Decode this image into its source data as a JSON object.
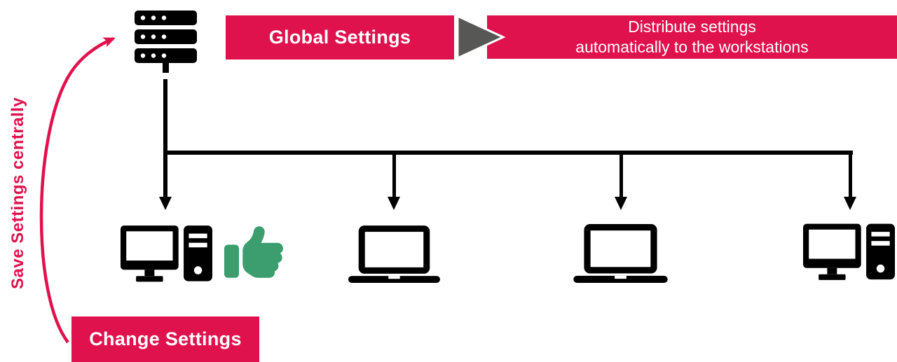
{
  "colors": {
    "accent_red": "#E0124D",
    "flow_arrow_gray": "#575756",
    "thumb_green": "#3C9D6E",
    "line_black": "#000000",
    "text_white": "#FFFFFF"
  },
  "banners": {
    "global": {
      "label": "Global Settings"
    },
    "distribute": {
      "line1": "Distribute settings",
      "line2": "automatically to the workstations"
    },
    "change": {
      "label": "Change Settings"
    }
  },
  "side_label": {
    "text": "Save Settings centrally"
  },
  "icons": {
    "server": "server-icon",
    "flow": "triangle-right-icon",
    "approval": "thumbs-up-icon",
    "workstations": [
      "desktop-pc-icon",
      "laptop-icon",
      "laptop-icon",
      "desktop-pc-icon"
    ]
  }
}
